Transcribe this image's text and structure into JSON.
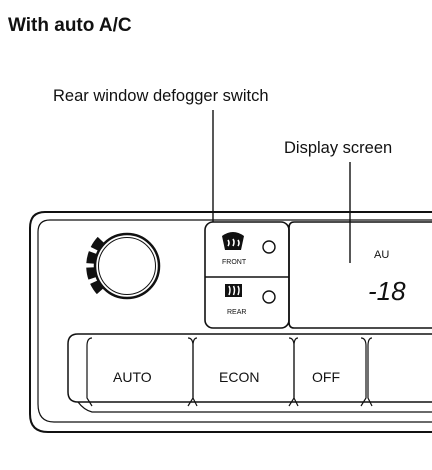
{
  "heading": "With auto A/C",
  "callouts": {
    "defogger": "Rear window defogger switch",
    "display": "Display screen"
  },
  "defroster": {
    "front_label": "FRONT",
    "rear_label": "REAR"
  },
  "display": {
    "mode_text": "AU",
    "temp_text": "-18"
  },
  "buttons": {
    "auto": "AUTO",
    "econ": "ECON",
    "off": "OFF"
  },
  "colors": {
    "line": "#111111",
    "background": "#ffffff"
  }
}
